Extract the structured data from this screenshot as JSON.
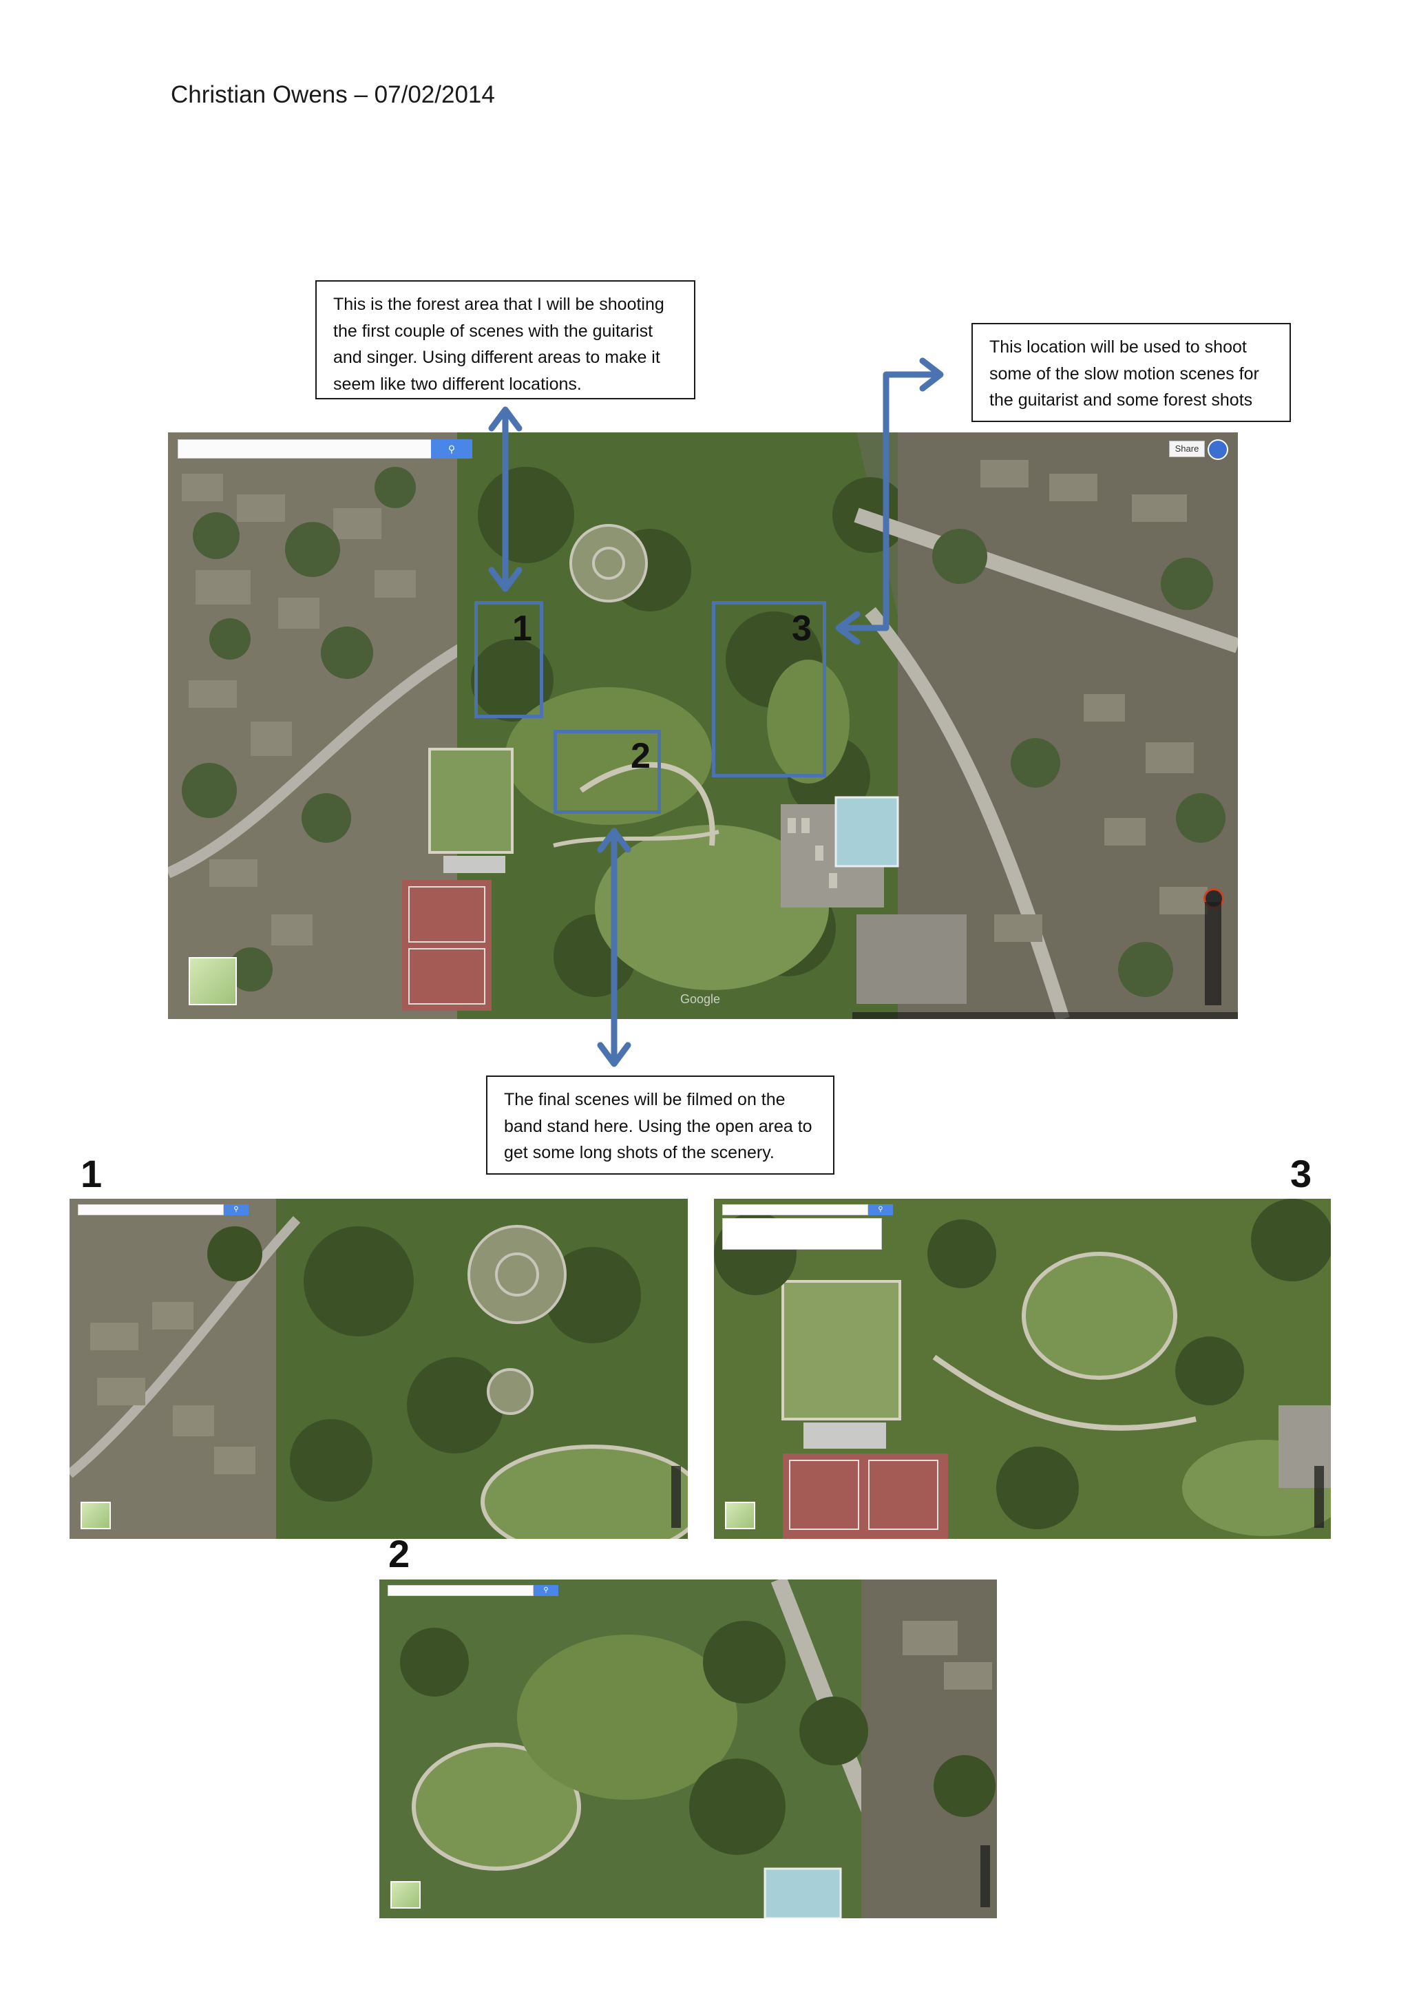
{
  "header": {
    "author_date": "Christian Owens – 07/02/2014"
  },
  "callouts": {
    "forest": "This is the forest area that I will be shooting the first couple of scenes with the guitarist and singer. Using different areas to make it seem like two different locations.",
    "slow_motion": "This location will be used to shoot some of the slow motion scenes for the guitarist and some forest shots",
    "band_stand": "The final scenes will be filmed on the band stand here. Using the open area to get some long shots of the scenery."
  },
  "zones": {
    "zone1": "1",
    "zone2": "2",
    "zone3": "3"
  },
  "shots": {
    "shot1": "1",
    "shot3": "3",
    "shot2": "2"
  },
  "map_ui": {
    "share_label": "Share",
    "search_icon": "search-icon",
    "attribution": "Google"
  },
  "colors": {
    "arrow": "#4a73b0",
    "zone_border": "#4a73b0",
    "search_button": "#4a86e8"
  }
}
